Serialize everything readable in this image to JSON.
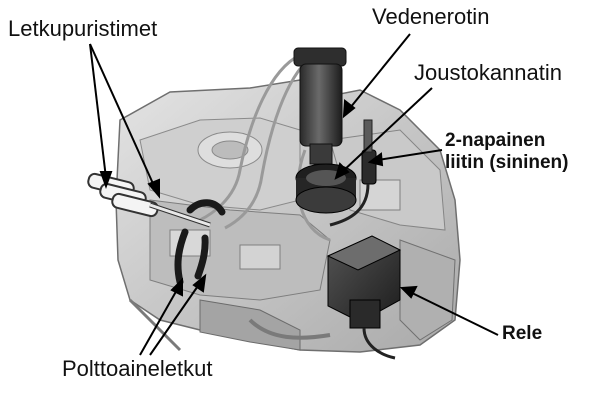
{
  "labels": {
    "hose_clamps": "Letkupuristimet",
    "water_separator": "Vedenerotin",
    "flexible_bracket": "Joustokannatin",
    "connector_line1": "2-napainen",
    "connector_line2": "liitin (sininen)",
    "relay": "Rele",
    "fuel_hoses": "Polttoaineletkut"
  }
}
